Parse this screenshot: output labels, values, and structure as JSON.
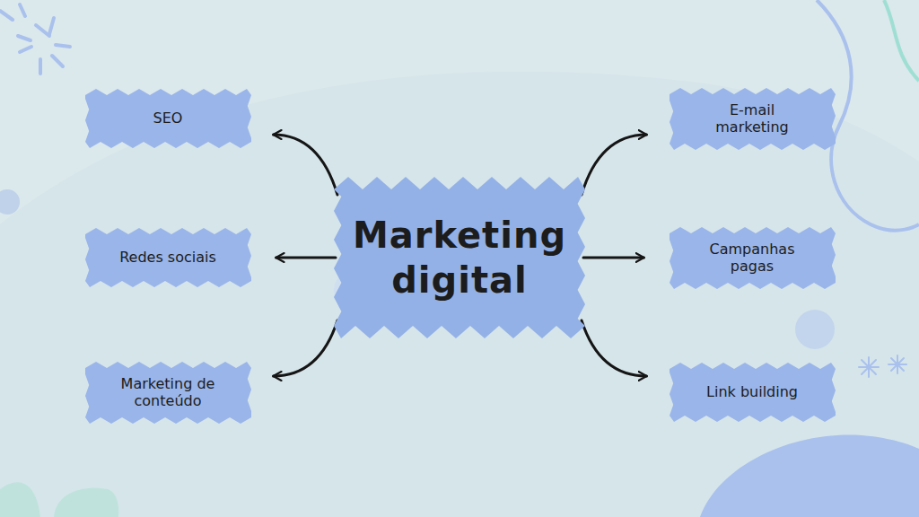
{
  "diagram": {
    "nodes": [
      {
        "text": [
          "Marketing digital"
        ]
      },
      {
        "text": [
          "SEO"
        ]
      },
      {
        "text": [
          "Redes sociais"
        ]
      },
      {
        "text": [
          "Marketing de conteúdo"
        ]
      },
      {
        "text": [
          "E-mail marketing"
        ]
      },
      {
        "text": [
          "Campanhas pagas"
        ]
      },
      {
        "text": [
          "Link building"
        ]
      }
    ],
    "edges": [
      {
        "from": 0,
        "to": 1,
        "arrow": "to"
      },
      {
        "from": 0,
        "to": 2,
        "arrow": "to"
      },
      {
        "from": 0,
        "to": 3,
        "arrow": "to"
      },
      {
        "from": 0,
        "to": 4,
        "arrow": "to"
      },
      {
        "from": 0,
        "to": 5,
        "arrow": "to"
      },
      {
        "from": 0,
        "to": 6,
        "arrow": "to"
      }
    ]
  }
}
